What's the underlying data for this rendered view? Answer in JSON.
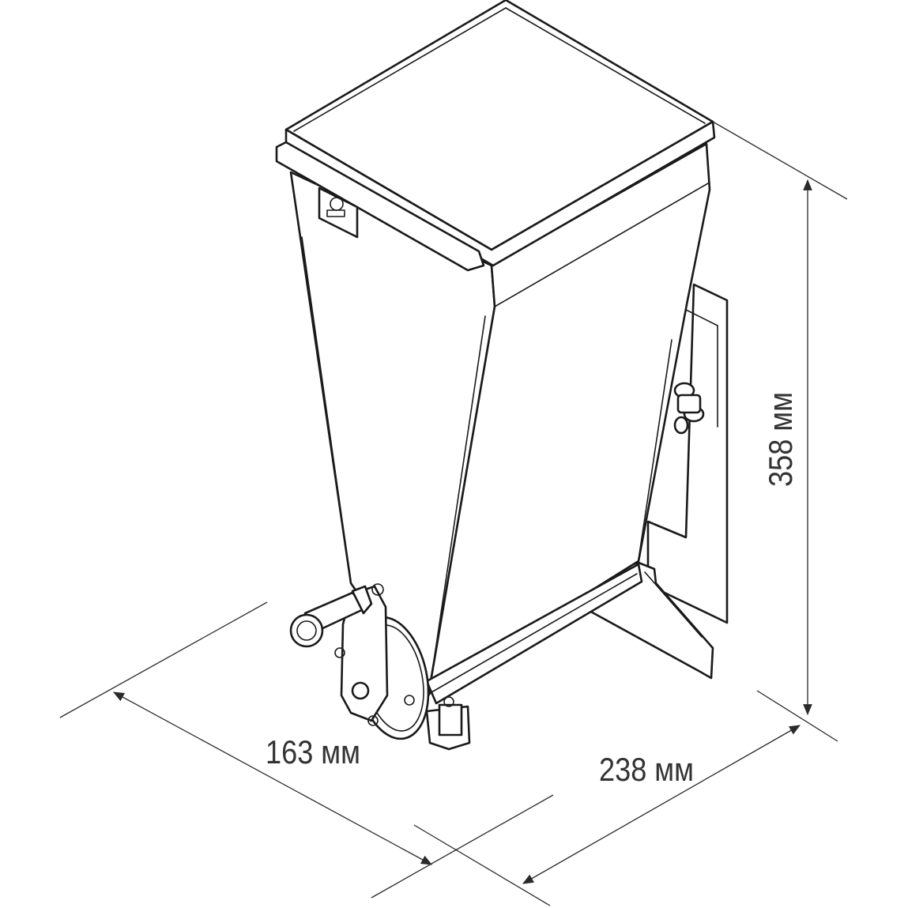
{
  "diagram": {
    "subject": "hopper feeder with hand crank",
    "dimensions": {
      "height": "358 мм",
      "depth": "163 мм",
      "width": "238 мм"
    },
    "colors": {
      "line": "#1a1a1a",
      "dimension_text": "#333333",
      "background": "#ffffff"
    }
  }
}
